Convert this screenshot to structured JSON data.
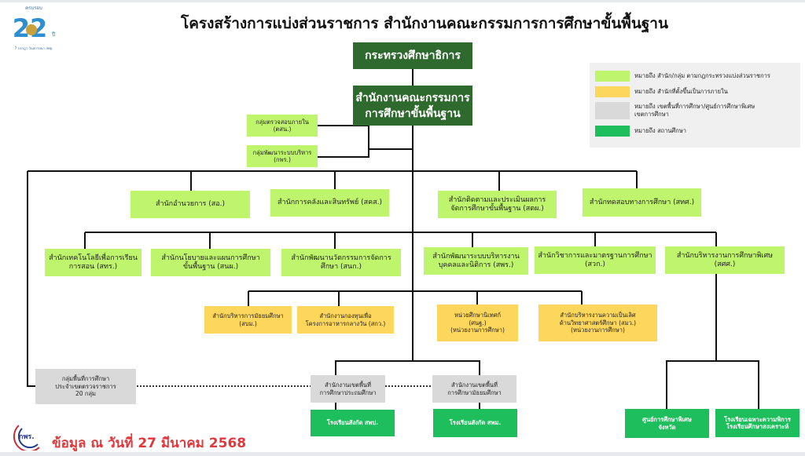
{
  "title": "โครงสร้างการแบ่งส่วนราชการ สำนักงานคณะกรรมการการศึกษาขั้นพื้นฐาน",
  "logo": {
    "top_text": "ครบรอบ",
    "number": "22",
    "suffix": "ปี",
    "caption": "7 กรกฎา วันสถาปนา สพฐ."
  },
  "colors": {
    "light_green": "#bff46d",
    "yellow": "#fdd65c",
    "grey": "#d9d9d9",
    "green": "#1fbe5c",
    "dark_green": "#2e6a2e",
    "footer_red": "#e0383c"
  },
  "top": {
    "ministry": "กระทรวงศึกษาธิการ",
    "obec_line1": "สำนักงานคณะกรรมการ",
    "obec_line2": "การศึกษาขั้นพื้นฐาน"
  },
  "side_groups": [
    {
      "line1": "กลุ่มตรวจสอบภายใน",
      "line2": "(ตสน.)"
    },
    {
      "line1": "กลุ่มพัฒนาระบบบริหาร",
      "line2": "(กพร.)"
    }
  ],
  "row1": [
    {
      "line1": "สำนักอำนวยการ (สอ.)"
    },
    {
      "line1": "สำนักการคลังและสินทรัพย์ (สคส.)"
    },
    {
      "line1": "สำนักติดตามและประเมินผลการ",
      "line2": "จัดการศึกษาขั้นพื้นฐาน (สตผ.)"
    },
    {
      "line1": "สำนักทดสอบทางการศึกษา (สทศ.)"
    }
  ],
  "row2": [
    {
      "line1": "สำนักเทคโนโลยีเพื่อการเรียน",
      "line2": "การสอน (สทร.)"
    },
    {
      "line1": "สำนักนโยบายและแผนการศึกษา",
      "line2": "ขั้นพื้นฐาน (สนผ.)"
    },
    {
      "line1": "สำนักพัฒนานวัตกรรมการจัดการ",
      "line2": "ศึกษา (สนก.)"
    },
    {
      "line1": "สำนักพัฒนาระบบบริหารงาน",
      "line2": "บุคคลและนิติการ (สพร.)"
    },
    {
      "line1": "สำนักวิชาการและมาตรฐานการศึกษา",
      "line2": "(สวก.)"
    },
    {
      "line1": "สำนักบริหารงานการศึกษาพิเศษ",
      "line2": "(สศศ.)"
    }
  ],
  "row3": [
    {
      "line1": "สำนักบริหารการมัธยมศึกษา",
      "line2": "(สบม.)"
    },
    {
      "line1": "สำนักงานกองทุนเพื่อ",
      "line2": "โครงการอาหารกลางวัน (สกว.)"
    },
    {
      "line1": "หน่วยศึกษานิเทศก์",
      "line2": "(ศนฐ.)",
      "line3": "(หน่วยงานการศึกษา)"
    },
    {
      "line1": "สำนักบริหารงานความเป็นเลิศ",
      "line2": "ด้านวิทยาศาสตร์ศึกษา (สมว.)",
      "line3": "(หน่วยงานการศึกษา)"
    }
  ],
  "areas": {
    "inspection_groups": {
      "line1": "กลุ่มพื้นที่การศึกษา",
      "line2": "ประจำเขตตรวจราชการ",
      "line3": "20 กลุ่ม"
    },
    "primary_office": {
      "line1": "สำนักงานเขตพื้นที่",
      "line2": "การศึกษาประถมศึกษา"
    },
    "secondary_office": {
      "line1": "สำนักงานเขตพื้นที่",
      "line2": "การศึกษามัธยมศึกษา"
    }
  },
  "schools": {
    "primary": "โรงเรียนสังกัด สพป.",
    "secondary": "โรงเรียนสังกัด สพม.",
    "special_center": {
      "line1": "ศูนย์การศึกษาพิเศษ",
      "line2": "จังหวัด"
    },
    "special_schools": {
      "line1": "โรงเรียนเฉพาะความพิการ",
      "line2": "โรงเรียนศึกษาสงเคราะห์"
    }
  },
  "legend": [
    "หมายถึง สำนัก/กลุ่ม ตามกฎกระทรวงแบ่งส่วนราชการ",
    "หมายถึง สำนักที่ตั้งขึ้นเป็นการภายใน",
    "หมายถึง เขตพื้นที่การศึกษา/ศูนย์การศึกษาพิเศษเขตการศึกษา",
    "หมายถึง สถานศึกษา"
  ],
  "footer": {
    "logo_text": "กพร.สพฐ.",
    "date_text": "ข้อมูล ณ วันที่ 27 มีนาคม 2568"
  }
}
